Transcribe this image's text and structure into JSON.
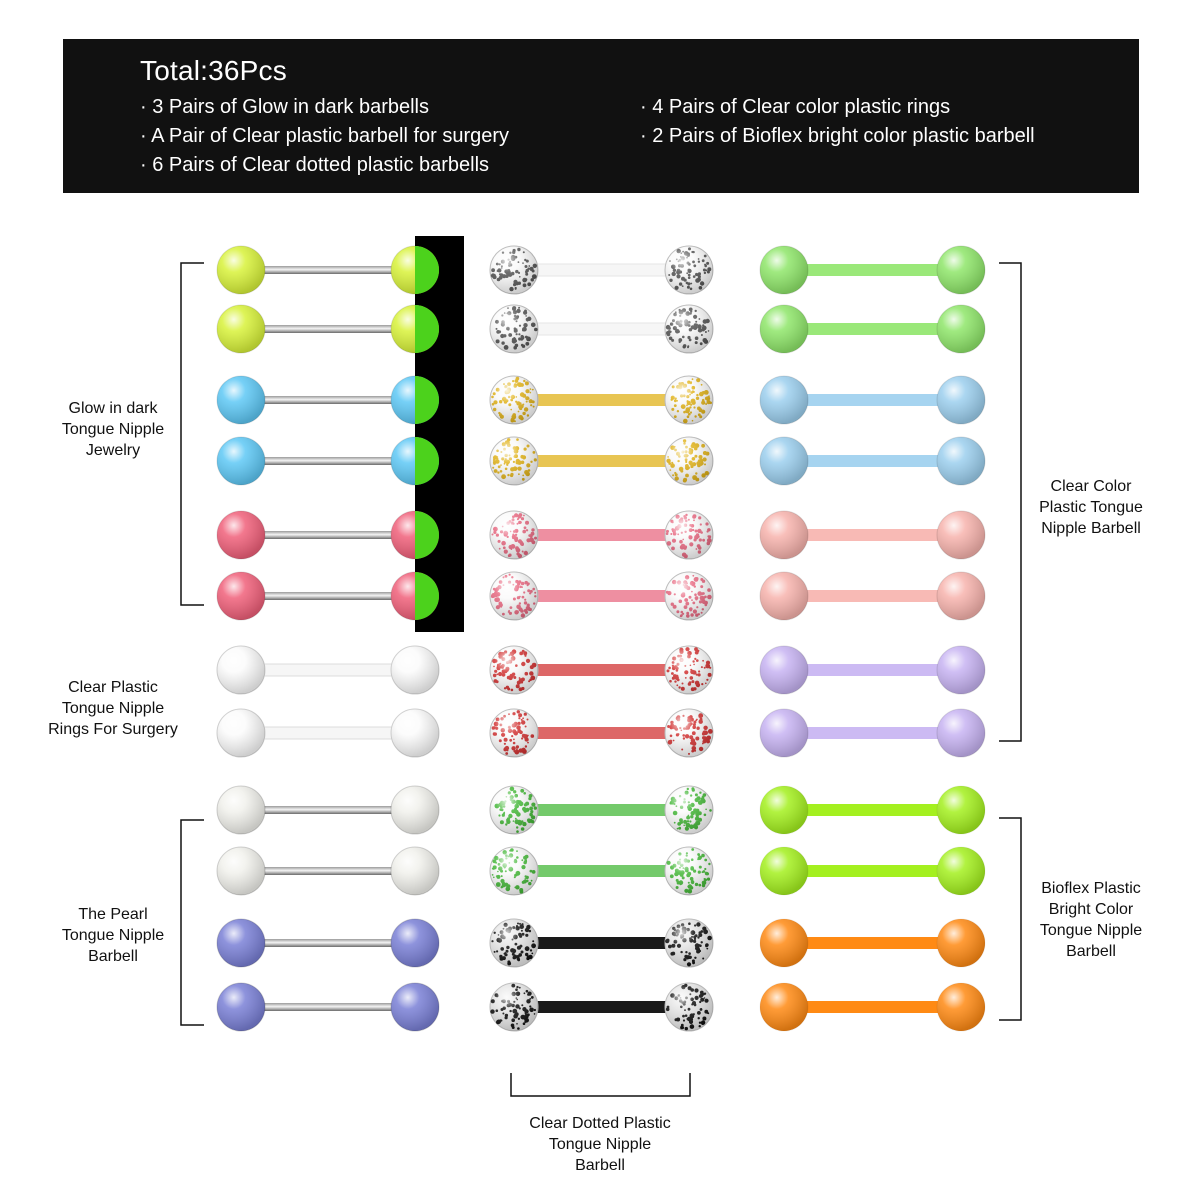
{
  "header": {
    "total": "Total:36Pcs",
    "lines_left": [
      "· 3 Pairs of Glow in dark barbells",
      "· A Pair of Clear plastic barbell for surgery",
      "· 6 Pairs of Clear dotted plastic barbells"
    ],
    "lines_right": [
      "· 4 Pairs of Clear color plastic rings",
      "· 2 Pairs of Bioflex bright color plastic  barbell"
    ]
  },
  "labels": {
    "glow": [
      "Glow in dark",
      "Tongue Nipple",
      "Jewelry"
    ],
    "surgery": [
      "Clear Plastic",
      "Tongue Nipple",
      "Rings For Surgery"
    ],
    "pearl": [
      "The Pearl",
      "Tongue Nipple",
      "Barbell"
    ],
    "dotted": [
      "Clear Dotted Plastic",
      "Tongue Nipple",
      "Barbell"
    ],
    "clear_color": [
      "Clear Color",
      "Plastic Tongue",
      "Nipple Barbell"
    ],
    "bioflex": [
      "Bioflex Plastic",
      "Bright Color",
      "Tongue Nipple",
      "Barbell"
    ]
  },
  "colors": {
    "glow_lime": "#d8f23a",
    "glow_blue": "#5ec8f5",
    "glow_pink": "#f0607a",
    "glow_green": "#4cd21c",
    "pearl_white": "#f1f1ec",
    "pearl_purple": "#7a80d6",
    "dot_white": "#bcbcbc",
    "dot_yellow": "#e0b21a",
    "dot_pink": "#e86a82",
    "dot_red": "#d23434",
    "dot_green": "#46b83a",
    "dot_black": "#2a2a2a",
    "clear_green": "#8fe66a",
    "clear_blue": "#9ccfee",
    "clear_pink": "#f7b3ad",
    "clear_purple": "#c7b3f2",
    "bio_lime": "#a4f01f",
    "bio_orange": "#ff8a14"
  },
  "columns": {
    "left": [
      "glow_lime",
      "glow_lime",
      "glow_blue",
      "glow_blue",
      "glow_pink",
      "glow_pink",
      "surgery",
      "surgery",
      "pearl_white",
      "pearl_white",
      "pearl_purple",
      "pearl_purple"
    ],
    "middle": [
      "dot_white",
      "dot_white",
      "dot_yellow",
      "dot_yellow",
      "dot_pink",
      "dot_pink",
      "dot_red",
      "dot_red",
      "dot_green",
      "dot_green",
      "dot_black",
      "dot_black"
    ],
    "right": [
      "clear_green",
      "clear_green",
      "clear_blue",
      "clear_blue",
      "clear_pink",
      "clear_pink",
      "clear_purple",
      "clear_purple",
      "bio_lime",
      "bio_lime",
      "bio_orange",
      "bio_orange"
    ]
  }
}
